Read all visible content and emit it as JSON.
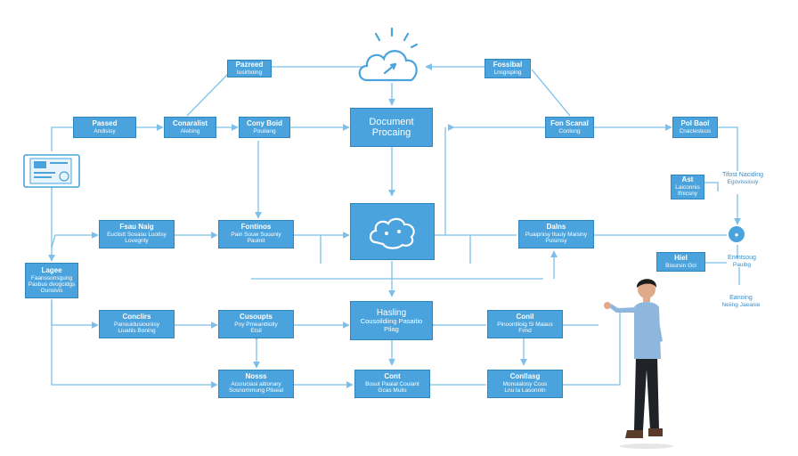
{
  "colors": {
    "node_fill": "#4aa3dc",
    "node_border": "#2f86c0",
    "line": "#7cc0ea",
    "cloud": "#4aa3dc"
  },
  "icons": {
    "cloud": "cloud-icon",
    "lightning": "lightning-icon",
    "brain": "brain-icon",
    "document": "document-card-icon",
    "person": "person-illustration",
    "circle_node": "circle-node-icon"
  },
  "nodes": {
    "top_left": {
      "t1": "Pazreed",
      "t2": "Iusirboing"
    },
    "top_right": {
      "t1": "Fossibal",
      "t2": "Lnsgisping"
    },
    "r1_a": {
      "t1": "Passed",
      "t2": "Andisisy"
    },
    "r1_b": {
      "t1": "Conaralist",
      "t2": "Alebing"
    },
    "r1_c": {
      "t1": "Cony Boid",
      "t2": "Pouilang"
    },
    "r1_doc": {
      "t1": "Document",
      "t2": "Procaing"
    },
    "r1_d": {
      "t1": "Fon Scanal",
      "t2": "Conlung"
    },
    "r1_e": {
      "t1": "Pol Baol",
      "t2": "Cnaclestuus"
    },
    "r2_a": {
      "t1": "Fsau Naig",
      "t2": "Euclistt Sosasu Luotisy",
      "t3": "Lovegnty"
    },
    "r2_b": {
      "t1": "Fontinos",
      "t2": "Pain Souw Suuuniy",
      "t3": "Paulnit"
    },
    "r2_d": {
      "t1": "Dalns",
      "t2": "Puaipnisy Ituuiy Maisiny",
      "t3": "Puisinsy"
    },
    "side_left": {
      "t1": "Lagee",
      "t2": "Faanssonsgung",
      "t3": "Pasbus dvogcidgs",
      "t4": "Ounsivis"
    },
    "side_ai": {
      "t1": "Ast",
      "t2": "Laiconnis",
      "t3": "Ifnicsny"
    },
    "side_hei": {
      "t1": "Hiel",
      "t2": "Bisursin Gcl"
    },
    "r3_a": {
      "t1": "Conclirs",
      "t2": "Panouidusiounisy",
      "t3": "Liuatiis Boning"
    },
    "r3_b": {
      "t1": "Cusoupts",
      "t2": "Poy Pmeanttiolly",
      "t3": "Etsil"
    },
    "r3_c": {
      "t1": "Hasling",
      "t2": "Cousoildiing Pasaitio",
      "t3": "Pilag"
    },
    "r3_d": {
      "t1": "Conil",
      "t2": "Pinoontiloig Si Maaus",
      "t3": "Fimd"
    },
    "r4_a": {
      "t1": "Nosss",
      "t2": "Acuruciasi aitionary",
      "t3": "Sosnommung Pliseal"
    },
    "r4_b": {
      "t1": "Cont",
      "t2": "Bosut Paaial Couiant",
      "t3": "Gcas Mulis"
    },
    "r4_c": {
      "t1": "Conllasg",
      "t2": "Monuialosy Cous",
      "t3": "Lnu la Lasonntn"
    }
  },
  "free_labels": {
    "right_a": {
      "t1": "Tifost Naciding",
      "t2": "Egovissiouy"
    },
    "right_b": {
      "t1": "Enrntsoug",
      "t2": "Pauibg"
    },
    "right_c": {
      "t1": "Eanoing",
      "t2": "Neiing Jaeanie"
    }
  }
}
